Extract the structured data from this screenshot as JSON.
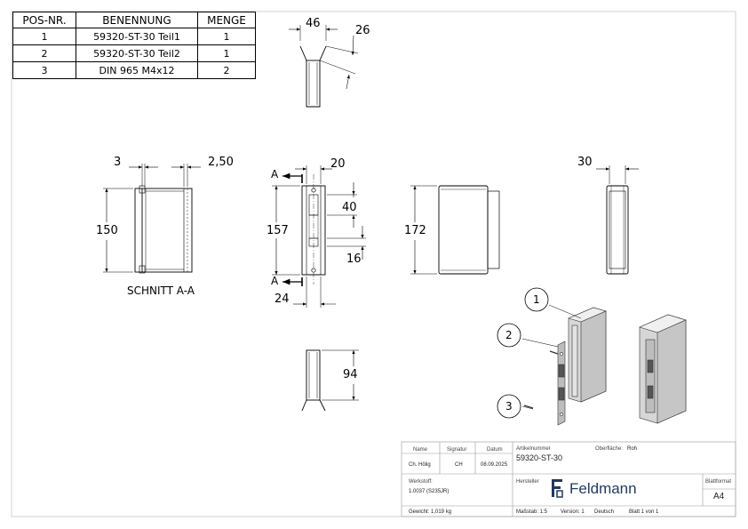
{
  "bom": {
    "headers": [
      "POS-NR.",
      "BENENNUNG",
      "MENGE"
    ],
    "rows": [
      {
        "pos": "1",
        "name": "59320-ST-30 Teil1",
        "qty": "1"
      },
      {
        "pos": "2",
        "name": "59320-ST-30 Teil2",
        "qty": "1"
      },
      {
        "pos": "3",
        "name": "DIN 965 M4x12",
        "qty": "2"
      }
    ]
  },
  "dimensions": {
    "top_width": "46",
    "top_angle": "26",
    "section_left": "3",
    "section_right": "2,50",
    "section_height": "150",
    "front_top": "20",
    "front_height": "157",
    "front_d40": "40",
    "front_d16": "16",
    "front_bottom": "24",
    "side_height": "172",
    "right_width": "30",
    "bottom_height": "94"
  },
  "labels": {
    "section_caption": "SCHNITT A-A",
    "section_marker_top": "A",
    "section_marker_bottom": "A"
  },
  "balloons": [
    "1",
    "2",
    "3"
  ],
  "title_block": {
    "name_h": "Name",
    "signatur_h": "Signatur",
    "datum_h": "Datum",
    "name_v": "Ch. Hölig",
    "signatur_v": "CH",
    "datum_v": "08.09.2025",
    "artikel_h": "Artikelnummer",
    "artikel_v": "59320-ST-30",
    "oberflaeche_h": "Oberfläche:",
    "oberflaeche_v": "Roh",
    "werkstoff_h": "Werkstoff:",
    "werkstoff_v": "1.0037 (S235JR)",
    "hersteller_h": "Hersteller",
    "brand": "Feldmann",
    "blattformat_h": "Blattformat",
    "blattformat_v": "A4",
    "gewicht": "Gewicht: 1,019 kg",
    "massstab": "Maßstab: 1:5",
    "version": "Version: 1",
    "sprache": "Deutsch",
    "blatt": "Blatt 1 von 1"
  },
  "colors": {
    "line": "#000000",
    "frame": "#b0b0b0",
    "brand": "#1e3a5f"
  }
}
